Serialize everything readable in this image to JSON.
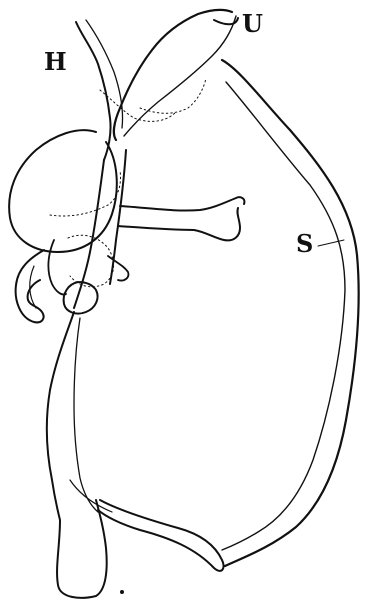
{
  "figure": {
    "labels": {
      "h": "H",
      "u": "U",
      "s": "S"
    },
    "ink_color": "#111111",
    "background_color": "#ffffff"
  }
}
